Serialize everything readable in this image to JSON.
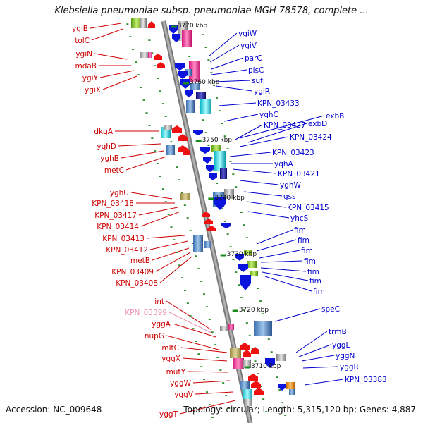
{
  "title": "Klebsiella pneumoniae subsp. pneumoniae MGH 78578, complete ...",
  "accession": "Accession: NC_009648",
  "topology": "Topology: circular; Length: 5,315,120 bp; Genes: 4,887",
  "colors": {
    "left_label": "#cc0000",
    "right_label": "#0000cc",
    "faint_label": "#e890b8",
    "tick": "#228b22",
    "backbone": "#9a9a9a"
  },
  "kbp_ticks": [
    "3770 kbp",
    "3760 kbp",
    "3750 kbp",
    "3740 kbp",
    "3730 kbp",
    "3720 kbp",
    "3710 kbp"
  ],
  "left_genes": [
    "ygiB",
    "tolC",
    "ygiN",
    "mdaB",
    "ygiY",
    "ygiX",
    "dkgA",
    "yqhD",
    "yghB",
    "metC",
    "yghU",
    "KPN_03418",
    "KPN_03417",
    "KPN_03414",
    "KPN_03413",
    "KPN_03412",
    "metB",
    "KPN_03409",
    "KPN_03408",
    "int",
    "KPN_03399",
    "yggA",
    "nupG",
    "mltC",
    "yggX",
    "mutY",
    "yggW",
    "yggV",
    "yggT"
  ],
  "right_genes": [
    "ygiW",
    "ygiV",
    "parC",
    "plsC",
    "sufI",
    "ygiR",
    "KPN_03433",
    "yqhC",
    "exbB",
    "KPN_03427",
    "exbD",
    "KPN_03424",
    "KPN_03423",
    "yqhA",
    "KPN_03421",
    "yghW",
    "gss",
    "KPN_03415",
    "yhcS",
    "fim",
    "fim",
    "fim",
    "fim",
    "fim",
    "fim",
    "fim",
    "speC",
    "trmB",
    "yggL",
    "yggN",
    "yggR",
    "KPN_03383"
  ]
}
